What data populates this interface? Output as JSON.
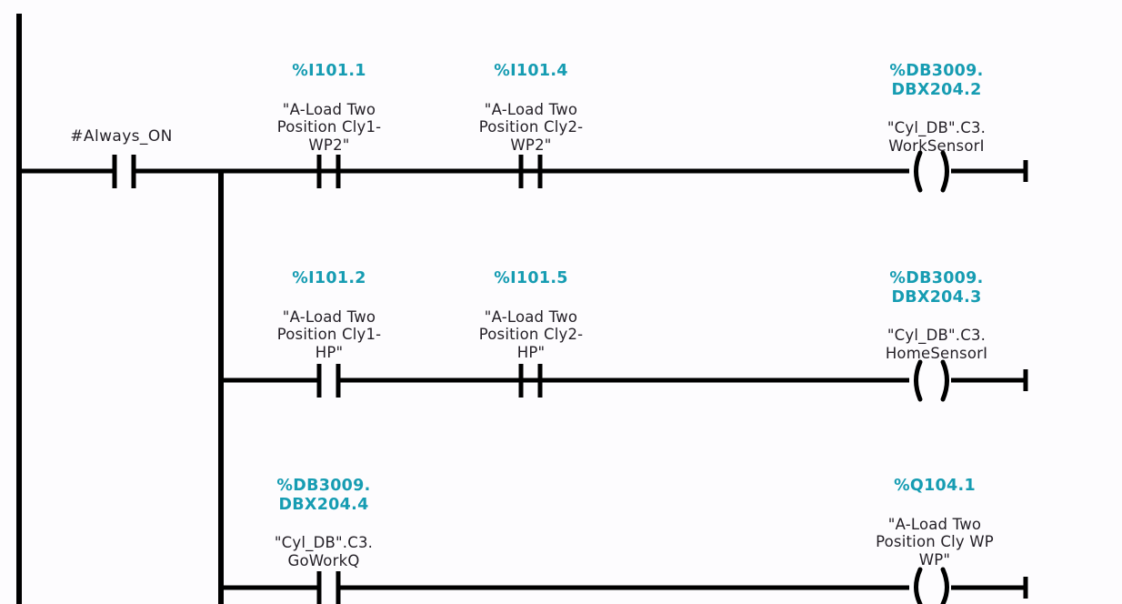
{
  "network": {
    "title": "Ladder Logic Network",
    "background_color": "#fdfcfe",
    "wire_color": "#000000",
    "address_color": "#169cb2",
    "symbol_color": "#231f26"
  },
  "power_rail": {
    "name": "left-power-rail"
  },
  "precondition": {
    "contact": {
      "symbol": "#Always_ON",
      "type": "normally-open-contact"
    }
  },
  "branches": [
    {
      "id": "branch-1",
      "contacts": [
        {
          "address": "%I101.1",
          "symbol": "\"A-Load Two\nPosition Cly1-\nWP2\"",
          "type": "normally-open-contact"
        },
        {
          "address": "%I101.4",
          "symbol": "\"A-Load Two\nPosition Cly2-\nWP2\"",
          "type": "normally-open-contact"
        }
      ],
      "coil": {
        "address": "%DB3009.\nDBX204.2",
        "symbol": "\"Cyl_DB\".C3.\nWorkSensorI",
        "type": "output-coil"
      }
    },
    {
      "id": "branch-2",
      "contacts": [
        {
          "address": "%I101.2",
          "symbol": "\"A-Load Two\nPosition Cly1-\nHP\"",
          "type": "normally-open-contact"
        },
        {
          "address": "%I101.5",
          "symbol": "\"A-Load Two\nPosition Cly2-\nHP\"",
          "type": "normally-open-contact"
        }
      ],
      "coil": {
        "address": "%DB3009.\nDBX204.3",
        "symbol": "\"Cyl_DB\".C3.\nHomeSensorI",
        "type": "output-coil"
      }
    },
    {
      "id": "branch-3",
      "contacts": [
        {
          "address": "%DB3009.\nDBX204.4",
          "symbol": "\"Cyl_DB\".C3.\nGoWorkQ",
          "type": "normally-open-contact"
        }
      ],
      "coil": {
        "address": "%Q104.1",
        "symbol": "\"A-Load Two\nPosition Cly WP\nWP\"",
        "type": "output-coil"
      }
    }
  ]
}
